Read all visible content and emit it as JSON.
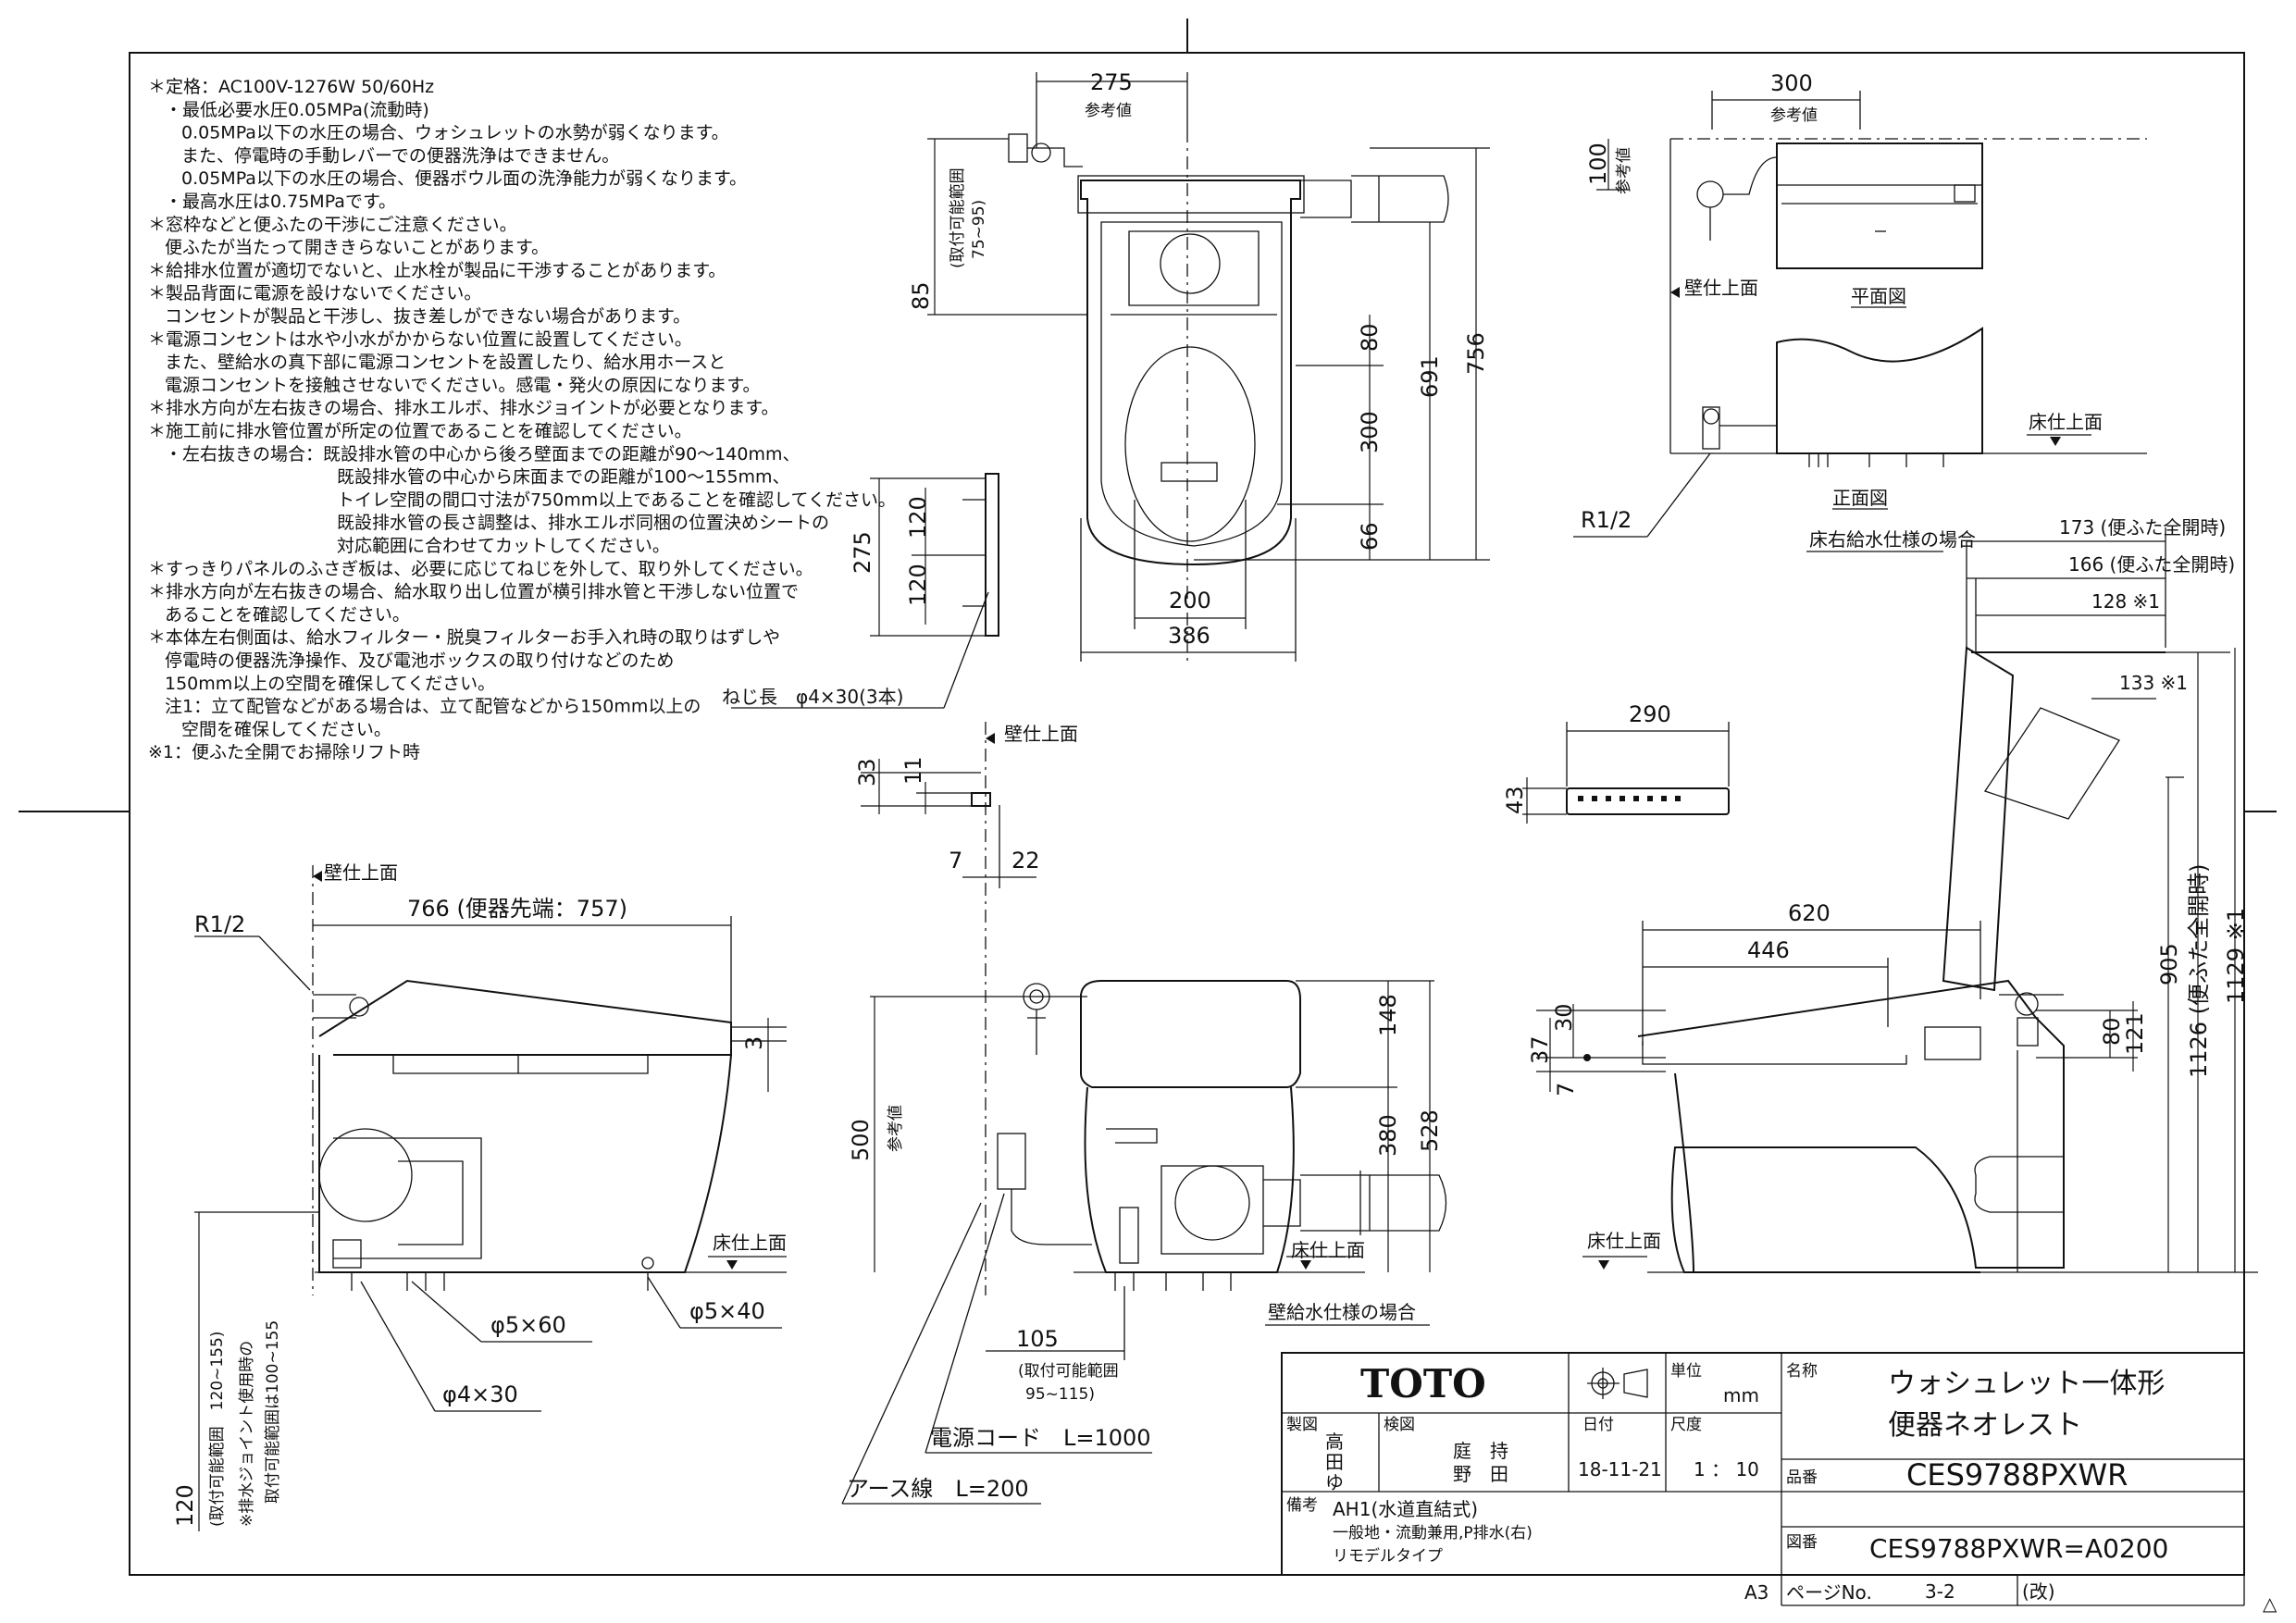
{
  "notes": [
    "＊定格：AC100V-1276W 50/60Hz",
    "・最低必要水圧0.05MPa(流動時)",
    "0.05MPa以下の水圧の場合、ウォシュレットの水勢が弱くなります。",
    "また、停電時の手動レバーでの便器洗浄はできません。",
    "0.05MPa以下の水圧の場合、便器ボウル面の洗浄能力が弱くなります。",
    "・最高水圧は0.75MPaです。",
    "＊窓枠などと便ふたの干渉にご注意ください。",
    "便ふたが当たって開ききらないことがあります。",
    "＊給排水位置が適切でないと、止水栓が製品に干渉することがあります。",
    "＊製品背面に電源を設けないでください。",
    "コンセントが製品と干渉し、抜き差しができない場合があります。",
    "＊電源コンセントは水や小水がかからない位置に設置してください。",
    "また、壁給水の真下部に電源コンセントを設置したり、給水用ホースと",
    "電源コンセントを接触させないでください。感電・発火の原因になります。",
    "＊排水方向が左右抜きの場合、排水エルボ、排水ジョイントが必要となります。",
    "＊施工前に排水管位置が所定の位置であることを確認してください。",
    "・左右抜きの場合：既設排水管の中心から後ろ壁面までの距離が90～140mm、",
    "既設排水管の中心から床面までの距離が100～155mm、",
    "トイレ空間の間口寸法が750mm以上であることを確認してください。",
    "既設排水管の長さ調整は、排水エルボ同梱の位置決めシートの",
    "対応範囲に合わせてカットしてください。",
    "＊すっきりパネルのふさぎ板は、必要に応じてねじを外して、取り外してください。",
    "＊排水方向が左右抜きの場合、給水取り出し位置が横引排水管と干渉しない位置で",
    "あることを確認してください。",
    "＊本体左右側面は、給水フィルター・脱臭フィルターお手入れ時の取りはずしや",
    "停電時の便器洗浄操作、及び電池ボックスの取り付けなどのため",
    "150mm以上の空間を確保してください。",
    "注1：立て配管などがある場合は、立て配管などから150mm以上の",
    "空間を確保してください。",
    "※1：便ふた全開でお掃除リフト時"
  ],
  "labels": {
    "ref_value": "参考値",
    "wall_finish": "壁仕上面",
    "floor_finish": "床仕上面",
    "plan_view": "平面図",
    "front_view": "正面図",
    "r12": "R1/2",
    "floor_supply": "床右給水仕様の場合",
    "wall_supply": "壁給水仕様の場合",
    "mount_range_a": "(取付可能範囲",
    "mount_range_a2": "75~95)",
    "mount_range_b": "(取付可能範囲",
    "mount_range_b2": "95~115)",
    "screw": "ねじ長　φ4×30(3本)",
    "power_cord": "電源コード　L=1000",
    "earth_wire": "アース線　L=200",
    "phi560": "φ5×60",
    "phi540": "φ5×40",
    "phi430": "φ4×30",
    "side_note_1": "(取付可能範囲　120~155)",
    "side_note_2": "※排水ジョイント使用時の",
    "side_note_3": "取付可能範囲は100~155",
    "a3": "A3",
    "triangle": "△"
  },
  "dims": {
    "d275": "275",
    "d300": "300",
    "d100": "100",
    "d85": "85",
    "d80": "80",
    "d691": "691",
    "d756": "756",
    "d300b": "300",
    "d66": "66",
    "d200": "200",
    "d386": "386",
    "d275b": "275",
    "d120a": "120",
    "d120b": "120",
    "d173": "173 (便ふた全開時)",
    "d166": "166 (便ふた全開時)",
    "d128": "128 ※1",
    "d133": "133 ※1",
    "d290": "290",
    "d43": "43",
    "d33": "33",
    "d11": "11",
    "d7": "7",
    "d22": "22",
    "d766": "766 (便器先端：757)",
    "d3": "3",
    "d620": "620",
    "d446": "446",
    "d30": "30",
    "d37": "37",
    "d7b": "7",
    "d80b": "80",
    "d121": "121",
    "d905": "905",
    "d1126": "1126 (便ふた全開時)",
    "d1129": "1129 ※1",
    "d148": "148",
    "d380": "380",
    "d528": "528",
    "d500": "500",
    "d105": "105",
    "d120c": "120"
  },
  "title_block": {
    "logo": "TOTO",
    "unit_label": "単位",
    "unit": "mm",
    "name_label": "名称",
    "name_line1": "ウォシュレット一体形",
    "name_line2": "便器ネオレスト",
    "drafted_label": "製図",
    "drafted": "高\n田\nゆ",
    "drafted_1": "高",
    "drafted_2": "田",
    "drafted_3": "ゆ",
    "checked_label": "検図",
    "checked_1": "庭　持",
    "checked_2": "野　田",
    "date_label": "日付",
    "date": "18-11-21",
    "scale_label": "尺度",
    "scale": "1 ： 10",
    "part_label": "品番",
    "part": "CES9788PXWR",
    "remarks_label": "備考",
    "remarks_1": "AH1(水道直結式)",
    "remarks_2": "一般地・流動兼用,P排水(右)",
    "remarks_3": "リモデルタイプ",
    "drawing_label": "図番",
    "drawing": "CES9788PXWR=A0200",
    "page_label": "ページNo.",
    "page": "3-2",
    "rev_label": "(改)"
  }
}
